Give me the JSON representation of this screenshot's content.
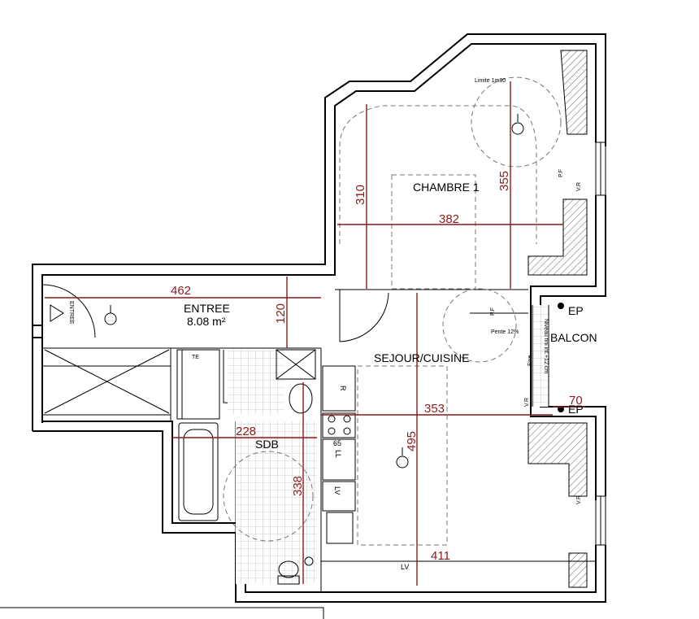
{
  "rooms": {
    "chambre": "CHAMBRE  1",
    "entree": "ENTREE",
    "entree_area": "8.08 m²",
    "sejour": "SEJOUR/CUISINE",
    "sdb": "SDB",
    "balcon": "BALCON"
  },
  "labels": {
    "limite": "Limite 1m80",
    "ep_top": "EP",
    "ep_bottom": "EP",
    "door_entree": "ENTREE",
    "pf_balcon": "P.F",
    "pente": "Pente 12%",
    "fixe": "Fixe",
    "vr_chambre": "V.R",
    "pf_chambre": "P.F",
    "vr_sejour": "V.R",
    "vr_right": "V.R",
    "rail_note": "Niveau fini int.+12 cm",
    "fridge": "R",
    "dishwasher": "LL",
    "washer": "LV",
    "sink": "LV",
    "te": "TE"
  },
  "dimensions": {
    "d462": "462",
    "d120": "120",
    "d310": "310",
    "d355": "355",
    "d382": "382",
    "d353": "353",
    "d495": "495",
    "d228": "228",
    "d338": "338",
    "d65": "65",
    "d70": "70",
    "d411": "411"
  }
}
